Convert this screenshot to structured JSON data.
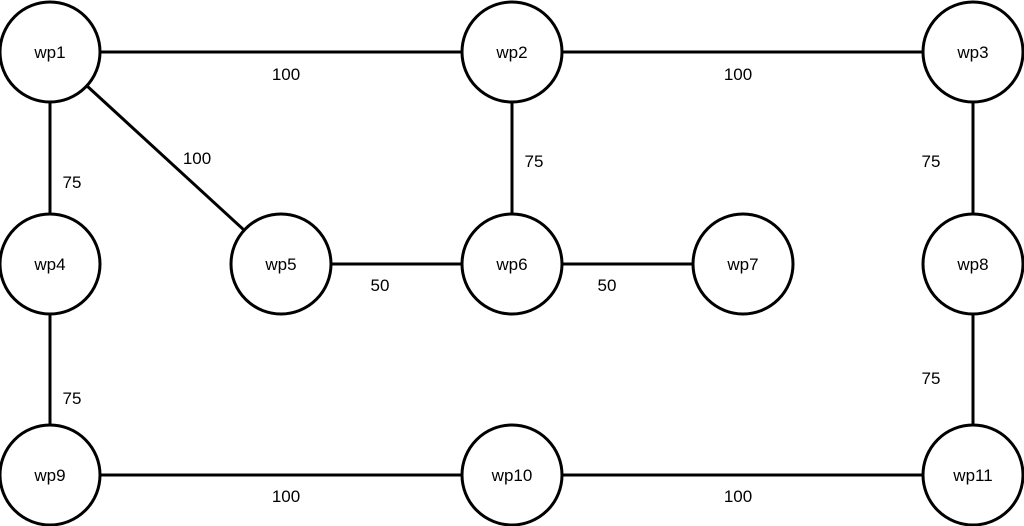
{
  "diagram": {
    "nodes": [
      {
        "id": "wp1",
        "label": "wp1"
      },
      {
        "id": "wp2",
        "label": "wp2"
      },
      {
        "id": "wp3",
        "label": "wp3"
      },
      {
        "id": "wp4",
        "label": "wp4"
      },
      {
        "id": "wp5",
        "label": "wp5"
      },
      {
        "id": "wp6",
        "label": "wp6"
      },
      {
        "id": "wp7",
        "label": "wp7"
      },
      {
        "id": "wp8",
        "label": "wp8"
      },
      {
        "id": "wp9",
        "label": "wp9"
      },
      {
        "id": "wp10",
        "label": "wp10"
      },
      {
        "id": "wp11",
        "label": "wp11"
      }
    ],
    "edges": [
      {
        "from": "wp1",
        "to": "wp2",
        "weight": "100"
      },
      {
        "from": "wp2",
        "to": "wp3",
        "weight": "100"
      },
      {
        "from": "wp1",
        "to": "wp4",
        "weight": "75"
      },
      {
        "from": "wp1",
        "to": "wp5",
        "weight": "100"
      },
      {
        "from": "wp2",
        "to": "wp6",
        "weight": "75"
      },
      {
        "from": "wp3",
        "to": "wp8",
        "weight": "75"
      },
      {
        "from": "wp5",
        "to": "wp6",
        "weight": "50"
      },
      {
        "from": "wp6",
        "to": "wp7",
        "weight": "50"
      },
      {
        "from": "wp4",
        "to": "wp9",
        "weight": "75"
      },
      {
        "from": "wp8",
        "to": "wp11",
        "weight": "75"
      },
      {
        "from": "wp9",
        "to": "wp10",
        "weight": "100"
      },
      {
        "from": "wp10",
        "to": "wp11",
        "weight": "100"
      }
    ]
  }
}
